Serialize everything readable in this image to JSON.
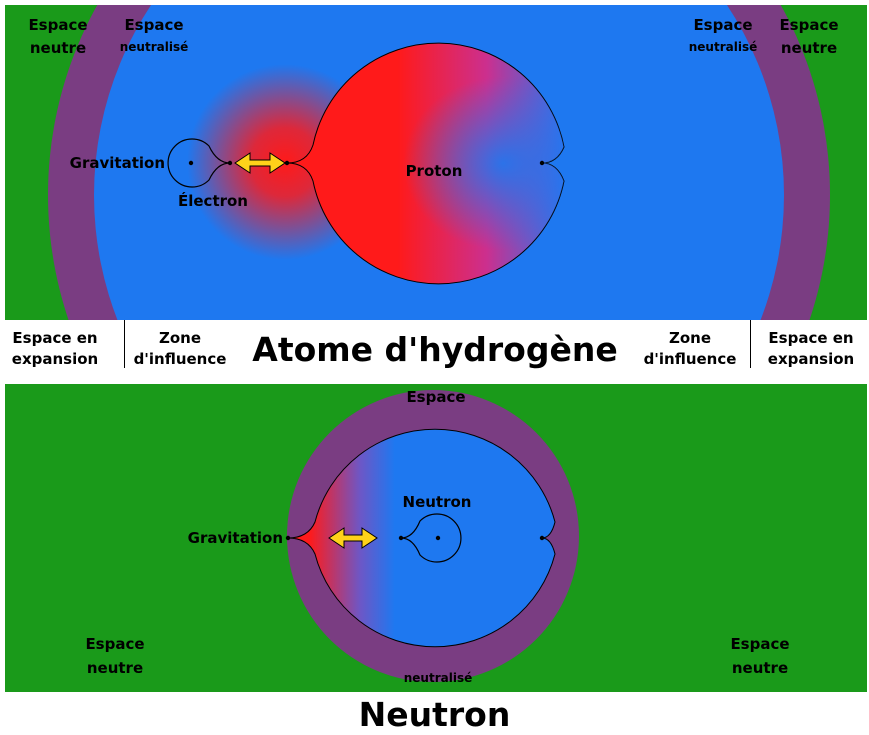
{
  "top": {
    "labels": {
      "neutral_left": [
        "Espace",
        "neutre"
      ],
      "neutralized_left": [
        "Espace",
        "neutralisé"
      ],
      "neutralized_right": [
        "Espace",
        "neutralisé"
      ],
      "neutral_right": [
        "Espace",
        "neutre"
      ],
      "gravitation": "Gravitation",
      "electron": "Électron",
      "proton": "Proton"
    }
  },
  "band": {
    "expansion_left": [
      "Espace en",
      "expansion"
    ],
    "influence_left": [
      "Zone",
      "d'influence"
    ],
    "title": "Atome d'hydrogène",
    "influence_right": [
      "Zone",
      "d'influence"
    ],
    "expansion_right": [
      "Espace en",
      "expansion"
    ]
  },
  "bottom": {
    "labels": {
      "space_top": "Espace",
      "neutralized_bottom": "neutralisé",
      "gravitation": "Gravitation",
      "neutron": "Neutron",
      "neutral_left": [
        "Espace",
        "neutre"
      ],
      "neutral_right": [
        "Espace",
        "neutre"
      ]
    }
  },
  "footer_title": "Neutron",
  "colors": {
    "neutral_green": "#1a9a1a",
    "neutralized_purple": "#7a3d82",
    "influence_blue": "#1e78f0",
    "charge_red": "#ff1a1a",
    "arrow_yellow": "#ffd21a"
  }
}
